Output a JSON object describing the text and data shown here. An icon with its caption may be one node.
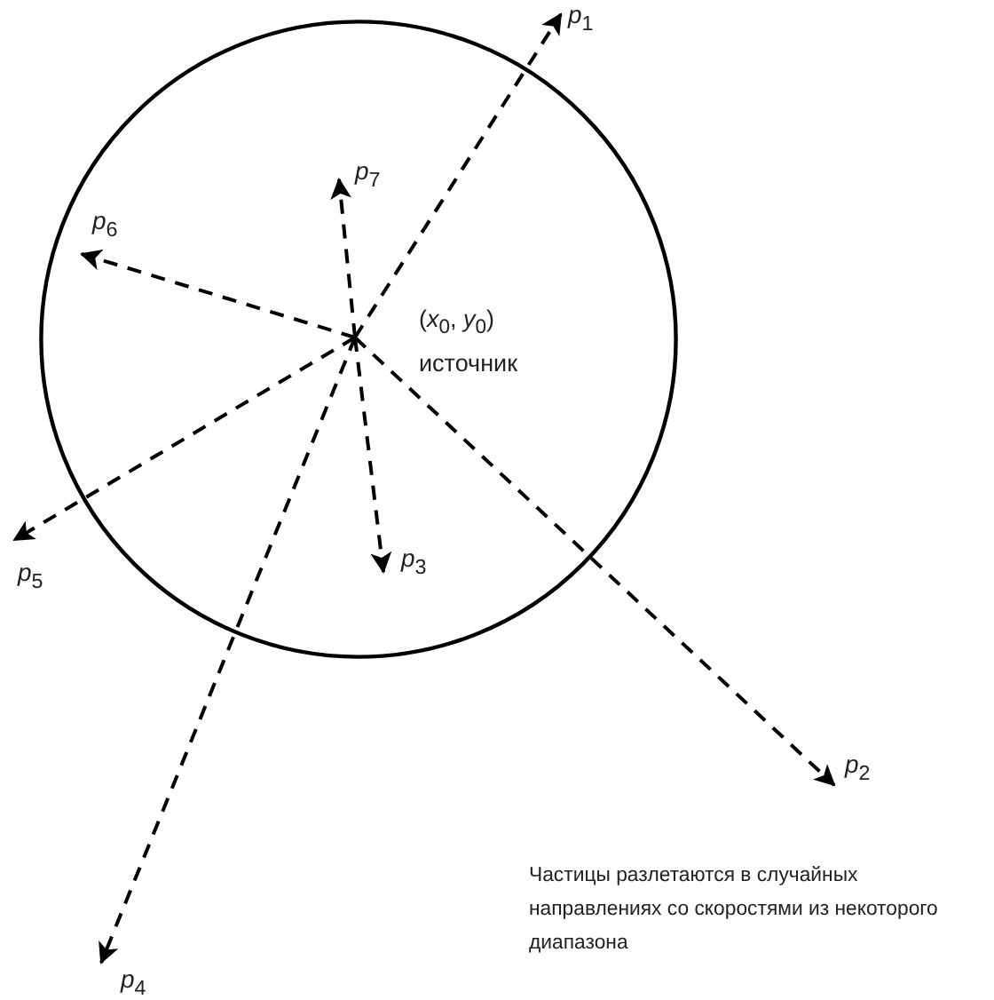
{
  "diagram": {
    "nodes": [
      {
        "text": [],
        "shape": "circle"
      },
      {
        "text": [
          "*p*$_{1}$"
        ]
      },
      {
        "text": [
          "*p*$_{7}$"
        ],
        "in": 0
      },
      {
        "text": [
          "*p*$_{6}$"
        ],
        "in": 0
      },
      {
        "text": [
          "(*x*$_{0}$, *y*$_{0}$) источник"
        ],
        "in": 0
      },
      {
        "text": [
          "*p*$_{5}$"
        ]
      },
      {
        "text": [
          "*p*$_{3}$"
        ],
        "in": 0
      },
      {
        "text": [
          "*p*$_{2}$"
        ]
      },
      {
        "text": [
          "*p*$_{4}$"
        ]
      }
    ],
    "edges": [
      {
        "from": 4,
        "to": 1,
        "arrow": "to",
        "style": "dashed"
      },
      {
        "from": 4,
        "to": 7,
        "arrow": "to",
        "style": "dashed"
      },
      {
        "from": 4,
        "to": 6,
        "arrow": "to",
        "style": "dashed"
      },
      {
        "from": 4,
        "to": 8,
        "arrow": "to",
        "style": "dashed"
      },
      {
        "from": 4,
        "to": 5,
        "arrow": "to",
        "style": "dashed"
      },
      {
        "from": 4,
        "to": 3,
        "arrow": "to",
        "style": "dashed"
      },
      {
        "from": 4,
        "to": 2,
        "arrow": "to",
        "style": "dashed"
      }
    ],
    "labels": [
      "Частицы разлетаются в случайных направлениях со скоростями из некоторого диапазона"
    ]
  }
}
